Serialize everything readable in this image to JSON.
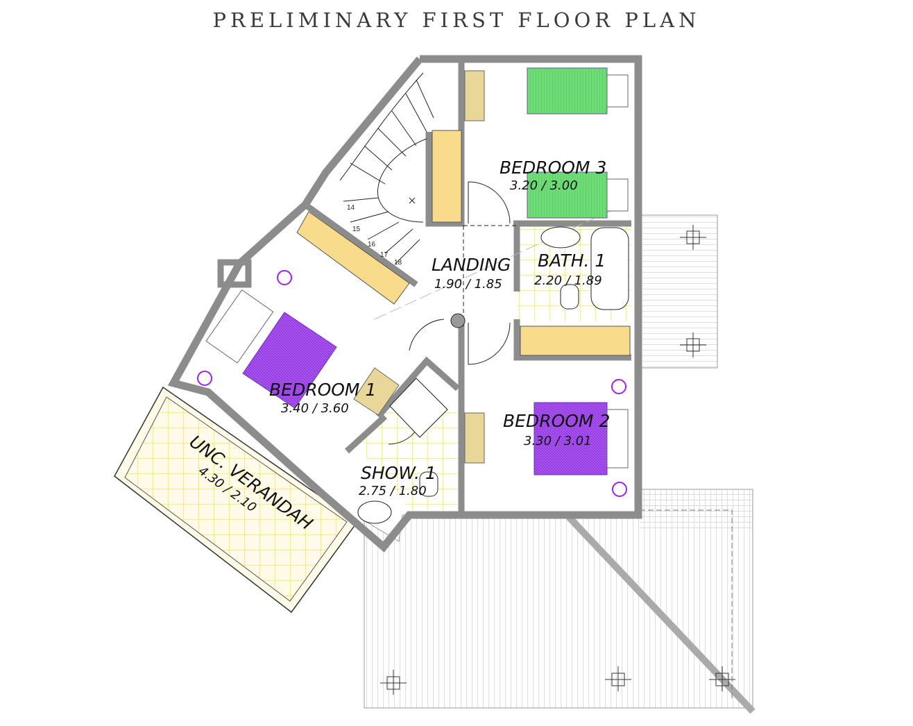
{
  "title": "PRELIMINARY FIRST FLOOR PLAN",
  "rooms": {
    "bedroom3": {
      "name": "BEDROOM 3",
      "size": "3.20 / 3.00"
    },
    "landing": {
      "name": "LANDING",
      "size": "1.90 / 1.85"
    },
    "bath1": {
      "name": "BATH. 1",
      "size": "2.20 / 1.89"
    },
    "bedroom1": {
      "name": "BEDROOM 1",
      "size": "3.40 / 3.60"
    },
    "bedroom2": {
      "name": "BEDROOM 2",
      "size": "3.30 / 3.01"
    },
    "show1": {
      "name": "SHOW. 1",
      "size": "2.75 / 1.80"
    },
    "verandah": {
      "name": "UNC. VERANDAH",
      "size": "4.30 / 2.10"
    }
  },
  "stair_numbers": [
    "14",
    "15",
    "16",
    "17",
    "18"
  ],
  "colors": {
    "wall": "#8c8c8c",
    "wardrobe": "#f8dc8c",
    "bed3": "#6fdc78",
    "bed_purple": "#a855f0",
    "tile": "#f5d87a"
  }
}
